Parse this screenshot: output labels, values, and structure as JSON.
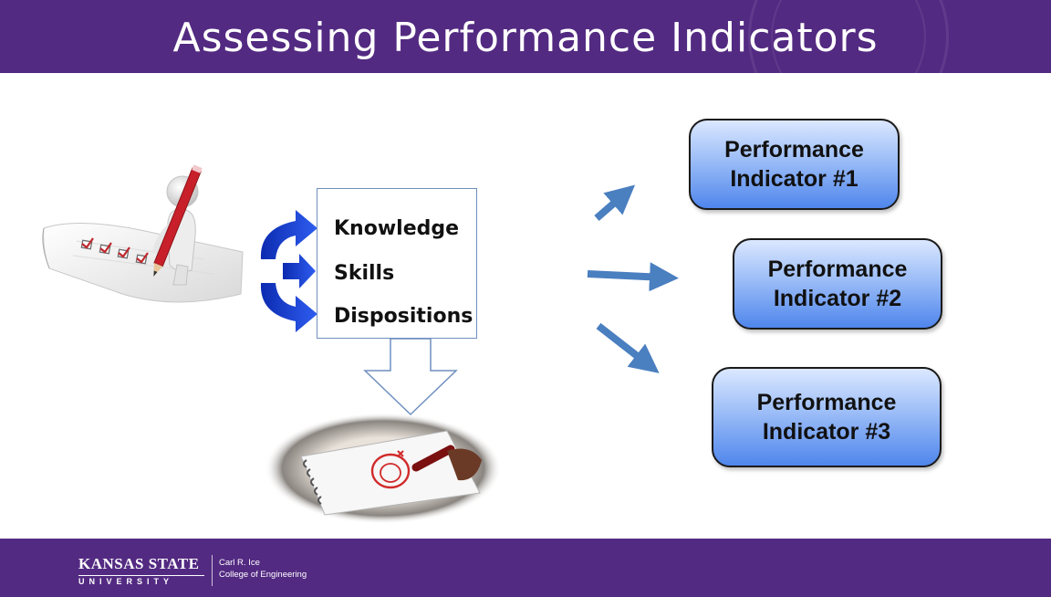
{
  "slide": {
    "title": "Assessing Performance Indicators"
  },
  "center_box": {
    "items": [
      "Knowledge",
      "Skills",
      "Dispositions"
    ]
  },
  "indicators": [
    {
      "line1": "Performance",
      "line2": "Indicator #1"
    },
    {
      "line1": "Performance",
      "line2": "Indicator #2"
    },
    {
      "line1": "Performance",
      "line2": "Indicator #3"
    }
  ],
  "footer": {
    "university_name": "Kansas State",
    "university_sub": "UNIVERSITY",
    "college_line1": "Carl R. Ice",
    "college_line2": "College of Engineering"
  },
  "icons": {
    "left_image": "person-checklist-icon",
    "bottom_image": "grading-paper-icon",
    "curved_arrows": "curved-arrows-icon",
    "down_arrow": "down-arrow-icon",
    "right_arrows": "arrow-icon"
  },
  "colors": {
    "purple": "#532a82",
    "blue_arrow": "#1f47d6",
    "steel_arrow": "#4a7fc0",
    "indicator_top": "#dbe8ff",
    "indicator_bottom": "#4f86ec"
  }
}
